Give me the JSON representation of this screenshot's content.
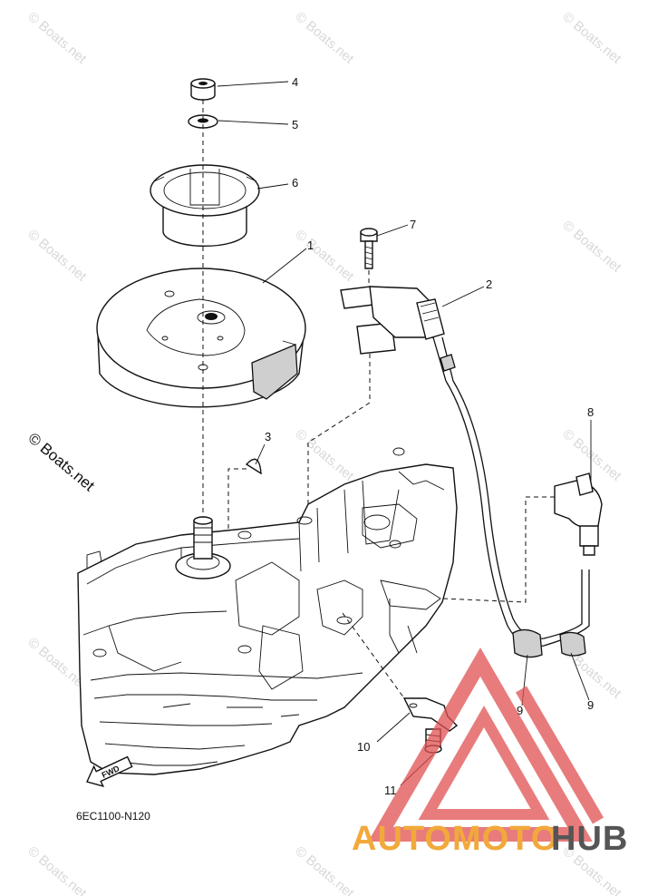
{
  "watermark": "© Boats.net",
  "copyright": "© Boats.net",
  "diagram_code": "6EC1100-N120",
  "fwd_label": "FWD",
  "logo": {
    "text_a": "AUTOMOTO",
    "text_b": "HUB",
    "color_a": "#f2a93b",
    "color_b": "#555555",
    "triangle_color": "#e05050"
  },
  "callouts": {
    "c1": "1",
    "c2": "2",
    "c3": "3",
    "c4": "4",
    "c5": "5",
    "c6": "6",
    "c7": "7",
    "c8": "8",
    "c9a": "9",
    "c9b": "9",
    "c10": "10",
    "c11": "11"
  }
}
